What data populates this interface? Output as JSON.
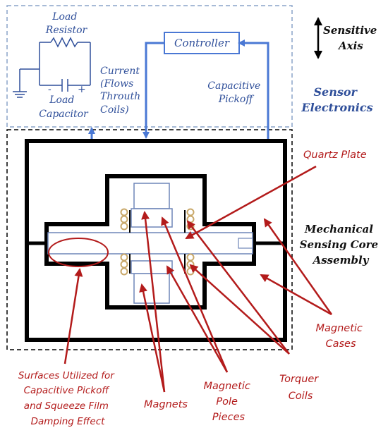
{
  "electronics": {
    "load_resistor": [
      "Load",
      "Resistor"
    ],
    "load_capacitor": [
      "Load",
      "Capacitor"
    ],
    "current": [
      "Current",
      "(Flows",
      "Throuth",
      "Coils)"
    ],
    "controller": "Controller",
    "capacitive_pickoff": [
      "Capacitive",
      "Pickoff"
    ],
    "sensor_electronics": [
      "Sensor",
      "Electronics"
    ],
    "sensitive_axis": [
      "Sensitive",
      "Axis"
    ],
    "cap_minus": "-",
    "cap_plus": "+"
  },
  "core": {
    "mechanical": [
      "Mechanical",
      "Sensing Core",
      "Assembly"
    ]
  },
  "callouts": {
    "quartz_plate": "Quartz Plate",
    "magnetic_cases": [
      "Magnetic",
      "Cases"
    ],
    "surfaces": [
      "Surfaces Utilized for",
      "Capacitive Pickoff",
      "and Squeeze Film",
      "Damping Effect"
    ],
    "magnets": "Magnets",
    "magnetic_pole_pieces": [
      "Magnetic",
      "Pole",
      "Pieces"
    ],
    "torquer_coils": [
      "Torquer",
      "Coils"
    ]
  },
  "colors": {
    "blue": "#4a78d4",
    "dark_blue": "#2f4f9a",
    "red": "#b31b1b",
    "black": "#000000",
    "coil": "#c9a86a"
  }
}
